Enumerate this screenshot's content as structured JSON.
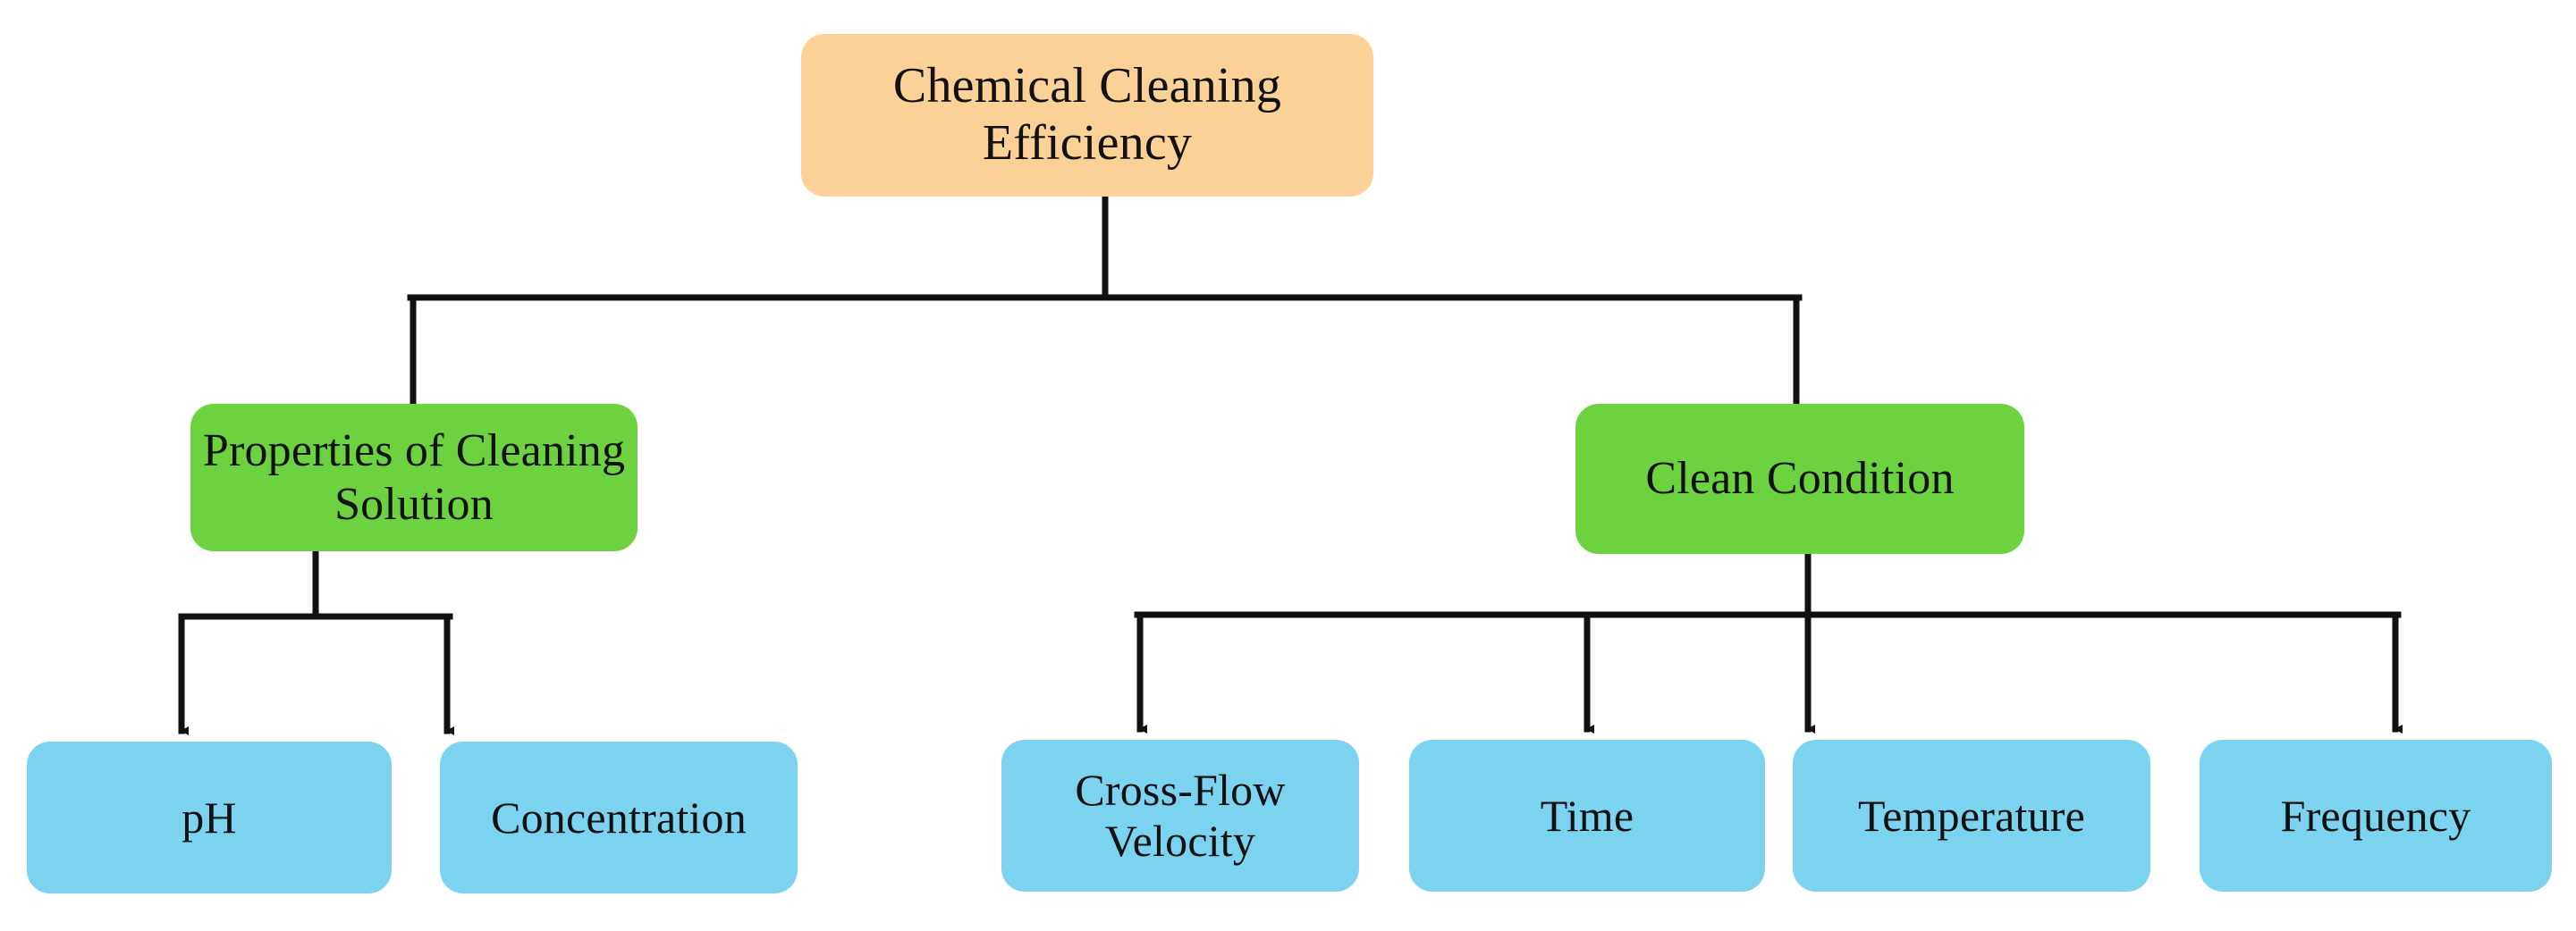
{
  "diagram": {
    "title": "Chemical Cleaning Efficiency factor tree",
    "colors": {
      "root_fill": "#FBD197",
      "branch_fill": "#6DD240",
      "leaf_fill": "#7CD3F0",
      "connector": "#111111",
      "background": "#FFFFFF",
      "text": "#111111"
    },
    "root": {
      "id": "chemical-cleaning-efficiency",
      "label": "Chemical Cleaning Efficiency"
    },
    "branches": [
      {
        "id": "properties-of-cleaning-solution",
        "label": "Properties of Cleaning Solution",
        "children": [
          {
            "id": "ph",
            "label": "pH"
          },
          {
            "id": "concentration",
            "label": "Concentration"
          }
        ]
      },
      {
        "id": "clean-condition",
        "label": "Clean Condition",
        "children": [
          {
            "id": "cross-flow-velocity",
            "label": "Cross-Flow Velocity"
          },
          {
            "id": "time",
            "label": "Time"
          },
          {
            "id": "temperature",
            "label": "Temperature"
          },
          {
            "id": "frequency",
            "label": "Frequency"
          }
        ]
      }
    ]
  }
}
